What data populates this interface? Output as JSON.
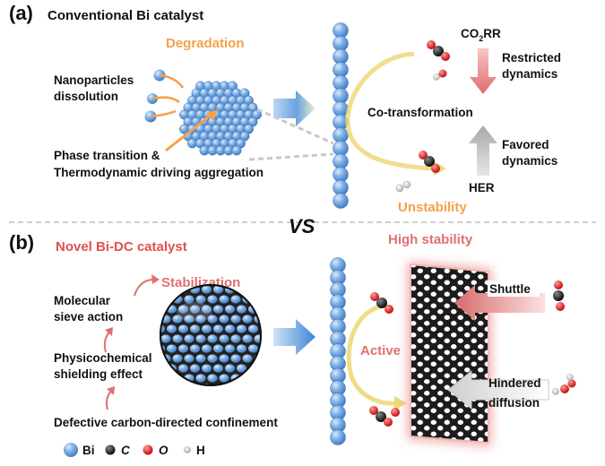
{
  "panel_a": {
    "label": "(a)",
    "title": "Conventional Bi catalyst",
    "degradation": "Degradation",
    "nanoparticles_line1": "Nanoparticles",
    "nanoparticles_line2": "dissolution",
    "phase_line1": "Phase transition &",
    "phase_line2": "Thermodynamic driving aggregation",
    "co2rr_prefix": "CO",
    "co2rr_sub": "2",
    "co2rr_suffix": "RR",
    "restricted_line1": "Restricted",
    "restricted_line2": "dynamics",
    "cotransformation": "Co-transformation",
    "favored_line1": "Favored",
    "favored_line2": "dynamics",
    "her": "HER",
    "unstability": "Unstability"
  },
  "vs_label": "VS",
  "panel_b": {
    "label": "(b)",
    "title": "Novel Bi-DC catalyst",
    "high_stability": "High stability",
    "stabilization": "Stabilization",
    "molecular_line1": "Molecular",
    "molecular_line2": "sieve action",
    "physico_line1": "Physicochemical",
    "physico_line2": "shielding effect",
    "defective": "Defective carbon-directed confinement",
    "active": "Active",
    "shuttle": "Shuttle",
    "hindered_line1": "Hindered",
    "hindered_line2": "diffusion"
  },
  "legend": {
    "bi": "Bi",
    "c": "C",
    "o": "O",
    "h": "H"
  },
  "colors": {
    "bi_blue": "#6fa6e0",
    "orange": "#f5a04a",
    "red_label": "#e05050",
    "pink_arrow": "#e07070",
    "graphene": "#222222"
  }
}
